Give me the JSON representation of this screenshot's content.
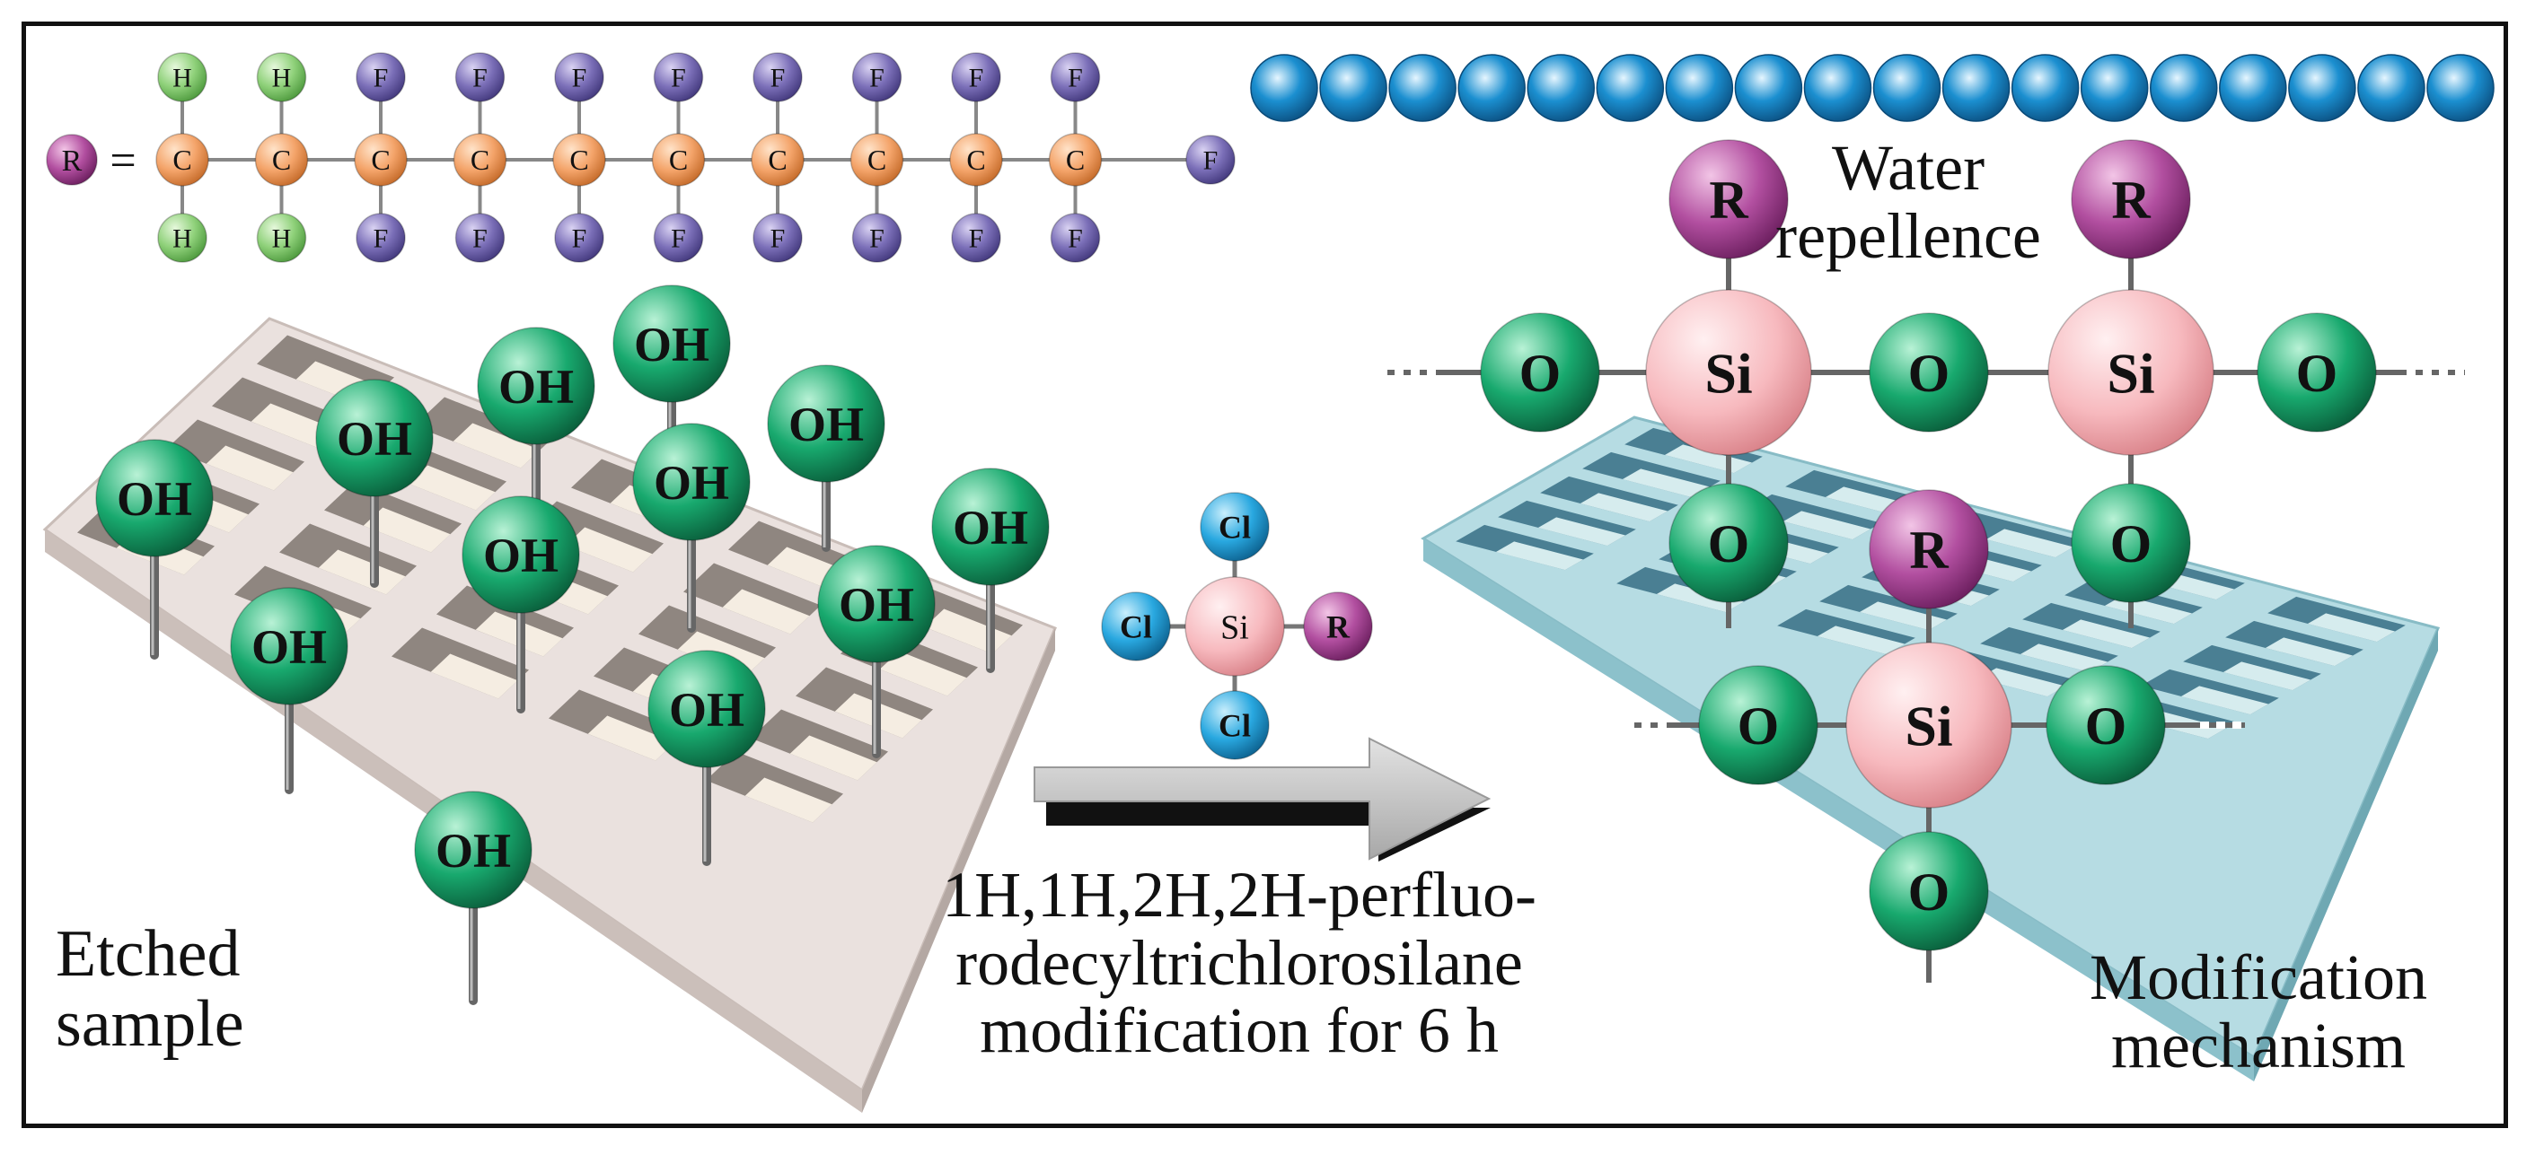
{
  "formula": {
    "r_symbol": "R",
    "equals": "=",
    "carbon_symbol": "C",
    "top_atoms": [
      "H",
      "H",
      "F",
      "F",
      "F",
      "F",
      "F",
      "F",
      "F",
      "F"
    ],
    "bottom_atoms": [
      "H",
      "H",
      "F",
      "F",
      "F",
      "F",
      "F",
      "F",
      "F",
      "F"
    ],
    "end_atom": "F"
  },
  "left_panel": {
    "hydroxyl_label": "OH",
    "caption_line1": "Etched",
    "caption_line2": "sample"
  },
  "reagent": {
    "center": "Si",
    "top": "Cl",
    "left": "Cl",
    "bottom": "Cl",
    "right": "R"
  },
  "arrow_text": {
    "line1": "1H,1H,2H,2H-perfluo-",
    "line2": "rodecyltrichlorosilane",
    "line3": "modification for  6 h"
  },
  "right_panel": {
    "water_line1": "Water",
    "water_line2": "repellence",
    "si_label": "Si",
    "o_label": "O",
    "r_label": "R",
    "caption_line1": "Modification",
    "caption_line2": "mechanism"
  },
  "colors": {
    "hydrogen": "#8fd17a",
    "fluorine": "#7b6fb8",
    "carbon": "#f4a46a",
    "r_group": "#b24fa0",
    "hydroxyl": "#18a96e",
    "oxygen": "#18a96e",
    "silicon": "#f7b9be",
    "chlorine": "#29a8e0",
    "water_drop": "#1b8fd0",
    "left_plate": "#e8dfdc",
    "right_plate": "#a9d4dc",
    "arrow": "#bcbcbc"
  }
}
